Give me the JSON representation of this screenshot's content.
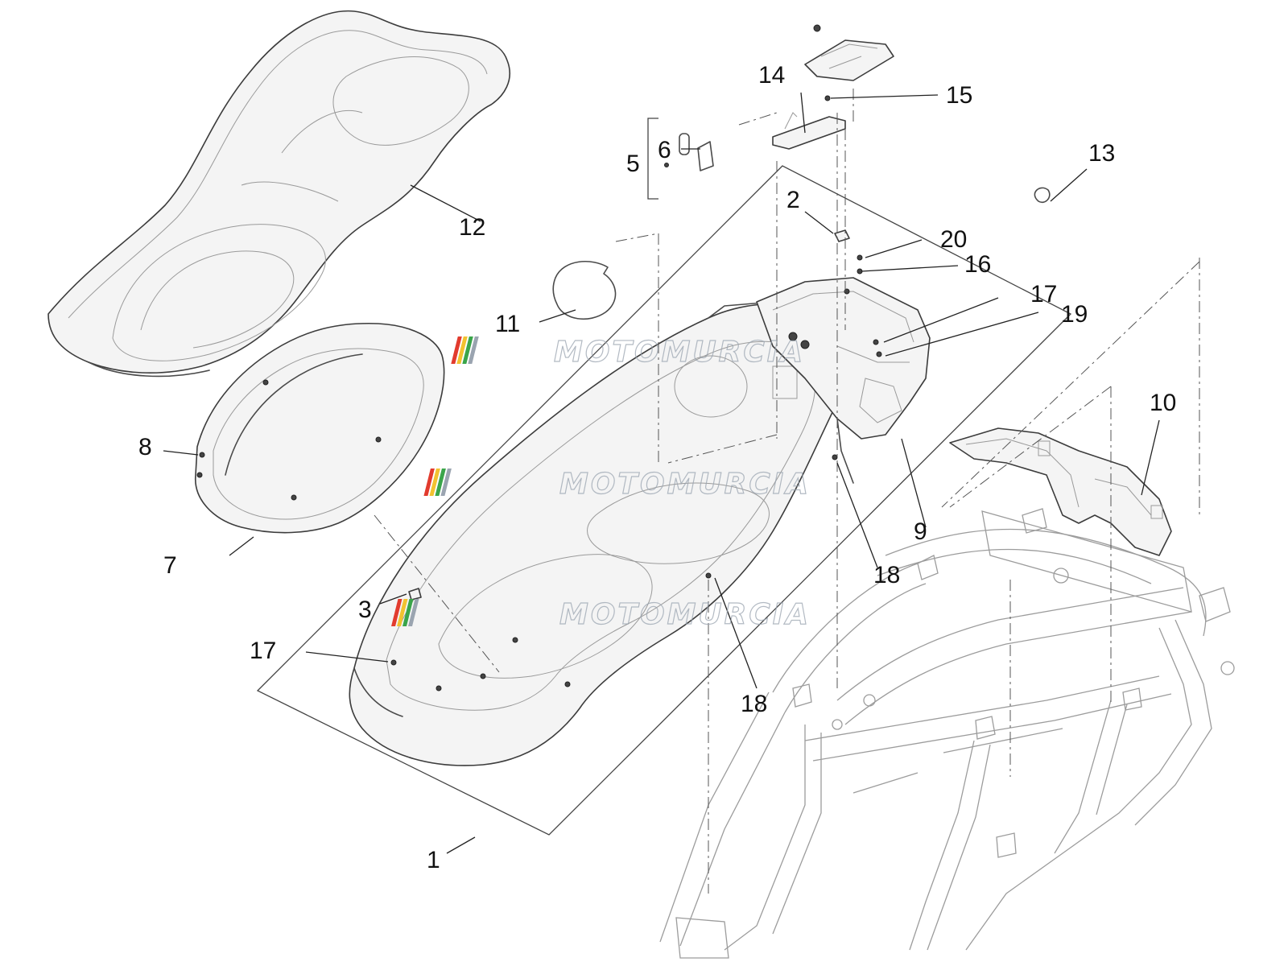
{
  "diagram": {
    "callouts": [
      "1",
      "2",
      "3",
      "5",
      "6",
      "7",
      "8",
      "9",
      "10",
      "11",
      "12",
      "13",
      "14",
      "15",
      "16",
      "17",
      "17",
      "18",
      "18",
      "19",
      "20"
    ]
  },
  "watermark": {
    "text": "MOTOMURCIA",
    "stripe_colors": [
      "#e23b2e",
      "#f2c230",
      "#3aa54a",
      "#9aa4b0"
    ]
  }
}
